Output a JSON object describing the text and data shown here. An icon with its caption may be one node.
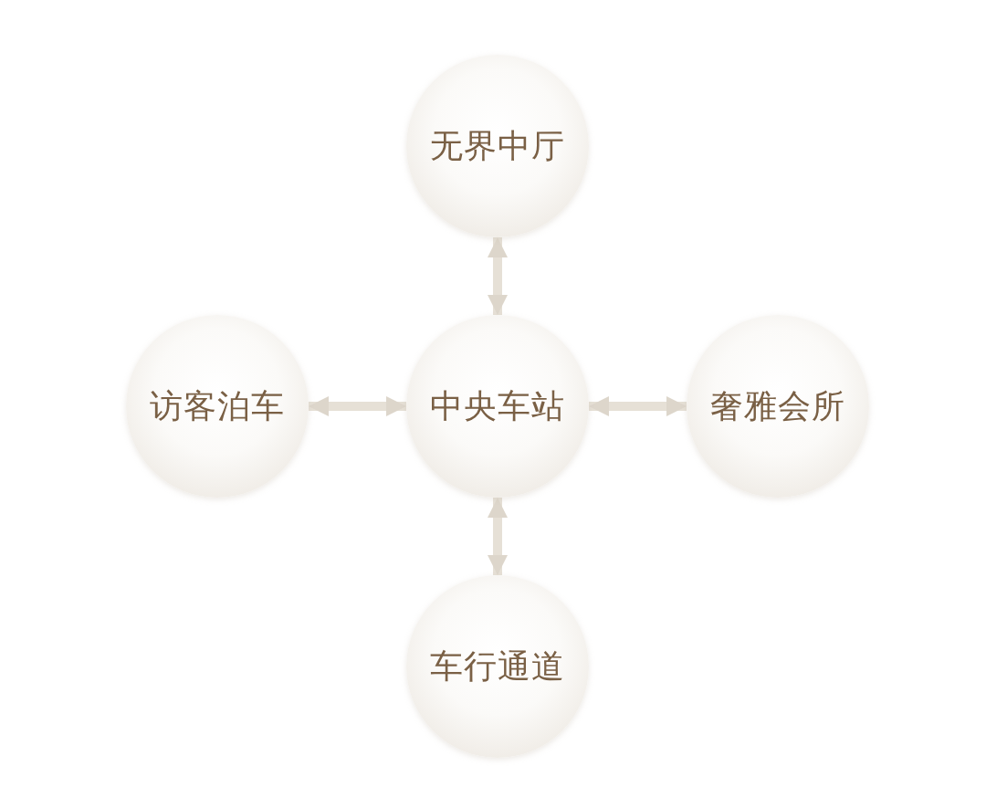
{
  "diagram": {
    "nodes": [
      {
        "text": [
          "中央车站"
        ]
      },
      {
        "text": [
          "无界中厅"
        ]
      },
      {
        "text": [
          "访客泊车"
        ]
      },
      {
        "text": [
          "奢雅会所"
        ]
      },
      {
        "text": [
          "车行通道"
        ]
      }
    ],
    "edges": [
      {
        "from": 0,
        "to": 1,
        "arrow": "both"
      },
      {
        "from": 0,
        "to": 2,
        "arrow": "both"
      },
      {
        "from": 0,
        "to": 3,
        "arrow": "both"
      },
      {
        "from": 0,
        "to": 4,
        "arrow": "both"
      }
    ]
  }
}
